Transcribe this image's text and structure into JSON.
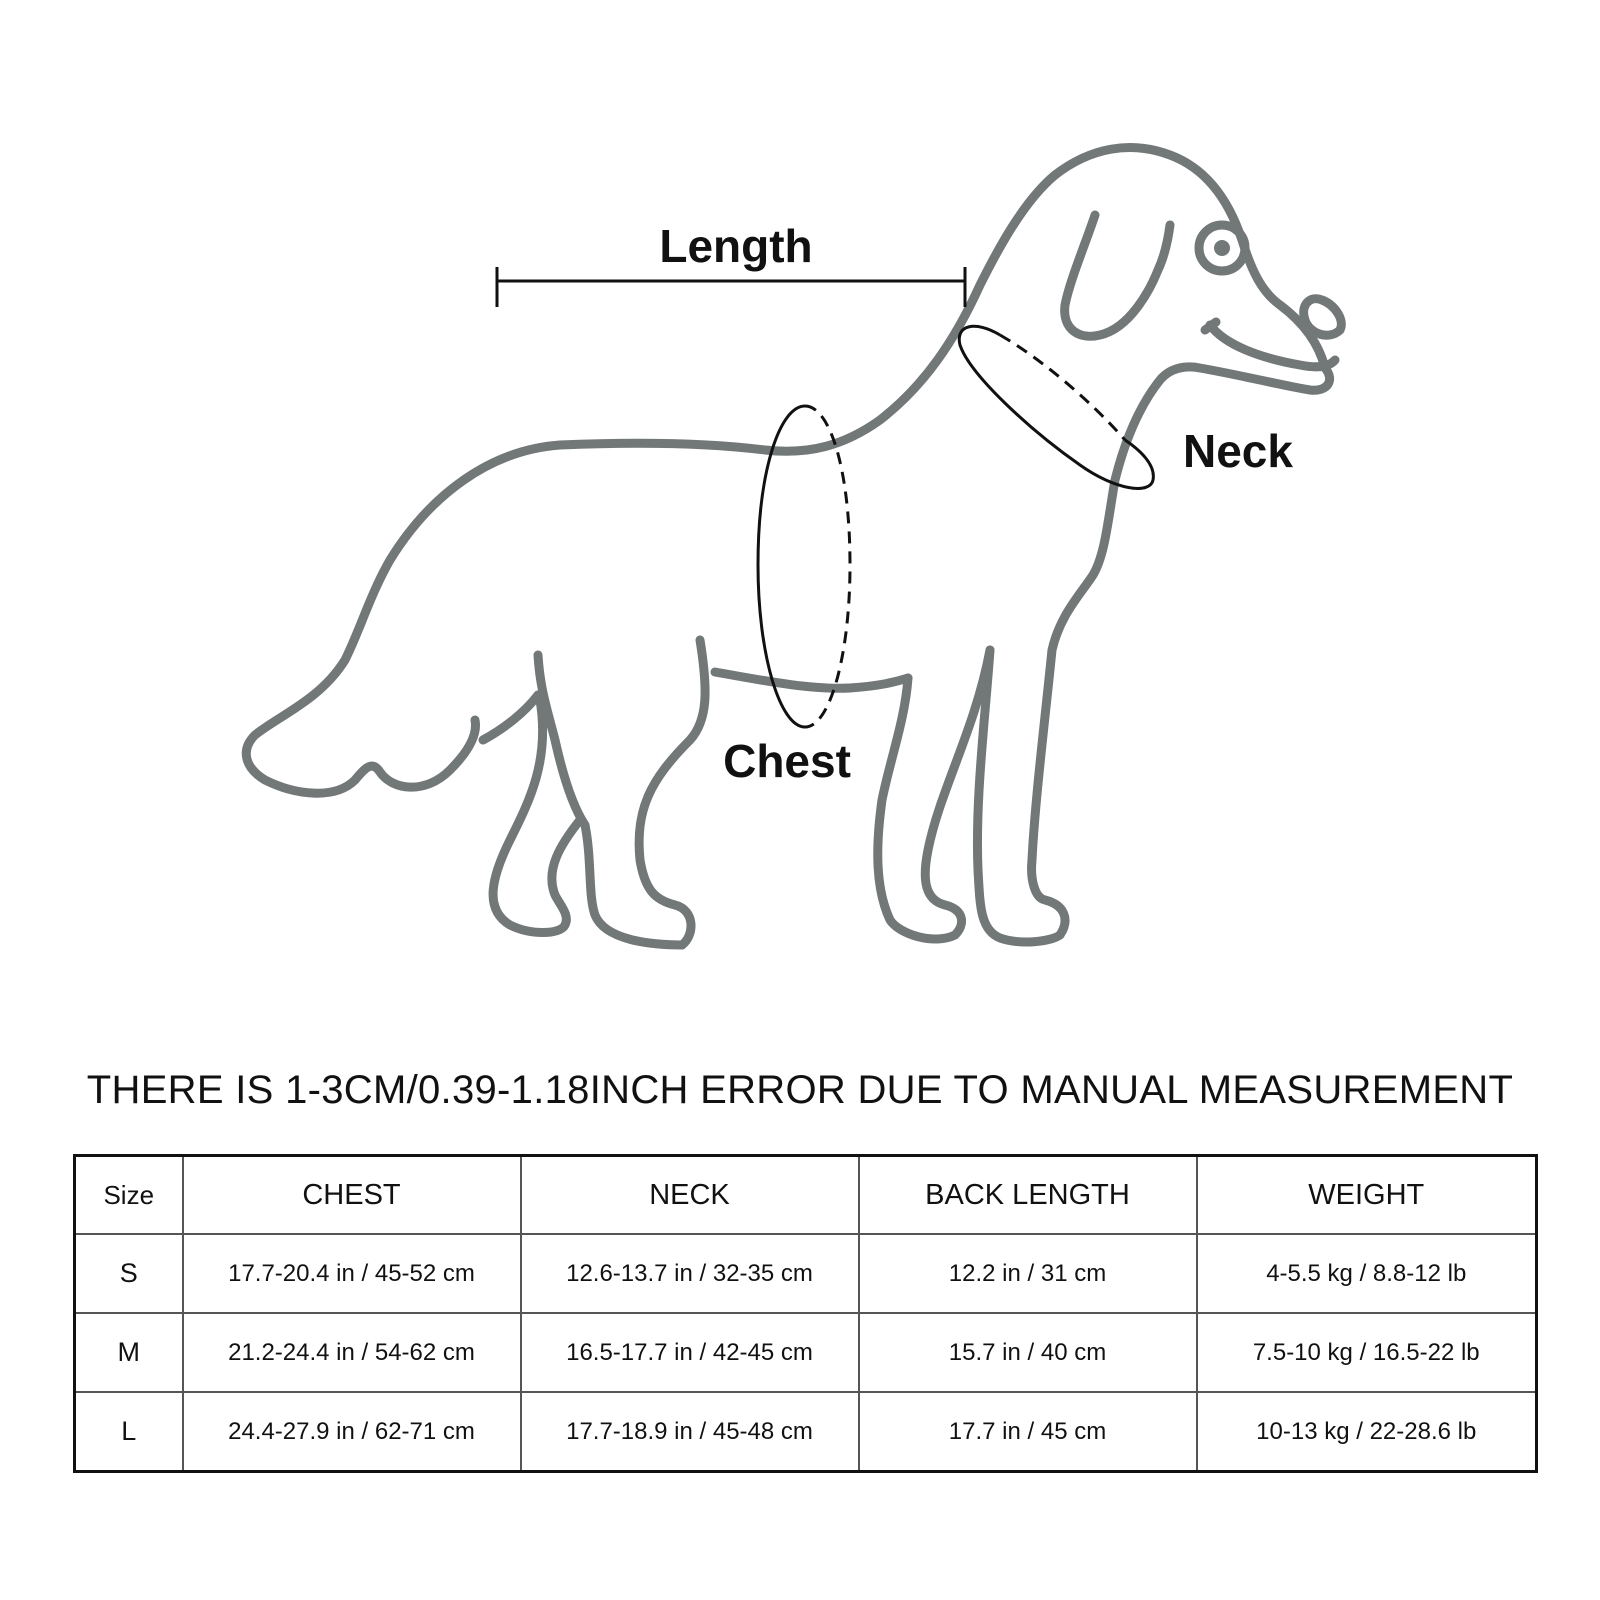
{
  "diagram": {
    "labels": {
      "length": "Length",
      "neck": "Neck",
      "chest": "Chest"
    },
    "colors": {
      "outline": "#727877",
      "lines": "#111111"
    }
  },
  "notice": "THERE IS 1-3CM/0.39-1.18INCH ERROR DUE TO MANUAL MEASUREMENT",
  "table": {
    "headers": [
      "Size",
      "CHEST",
      "NECK",
      "BACK LENGTH",
      "WEIGHT"
    ],
    "rows": [
      [
        "S",
        "17.7-20.4 in / 45-52 cm",
        "12.6-13.7 in / 32-35 cm",
        "12.2 in / 31 cm",
        "4-5.5 kg / 8.8-12 lb"
      ],
      [
        "M",
        "21.2-24.4 in / 54-62 cm",
        "16.5-17.7 in / 42-45 cm",
        "15.7 in / 40 cm",
        "7.5-10 kg / 16.5-22 lb"
      ],
      [
        "L",
        "24.4-27.9 in / 62-71 cm",
        "17.7-18.9 in / 45-48 cm",
        "17.7 in / 45 cm",
        "10-13 kg / 22-28.6 lb"
      ]
    ]
  }
}
